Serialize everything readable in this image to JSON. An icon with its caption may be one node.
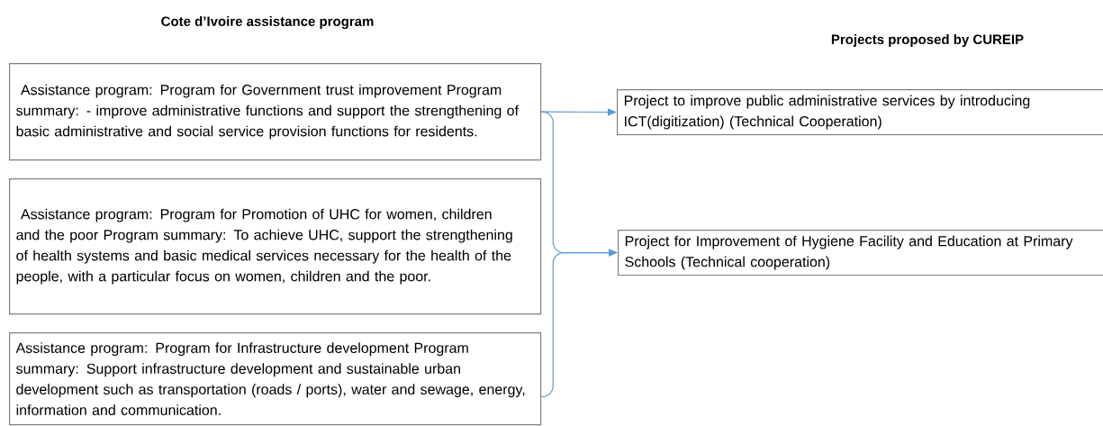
{
  "diagram": {
    "nodes": [
      {
        "text": [
          " Assistance program:  Program for Government trust improvement Program summary: -  improve administrative functions and support the strengthening of basic administrative and social service provision functions for residents."
        ]
      },
      {
        "text": [
          " Assistance program: Program for Promotion of UHC for women, children and the poor Program summary: To achieve UHC, support the strengthening of health systems and basic medical services necessary for the health of the people, with a particular focus on women, children and the poor."
        ]
      },
      {
        "text": [
          "Assistance program: Program for Infrastructure development Program summary:  Support infrastructure development and sustainable urban development such as transportation (roads / ports), water and sewage, energy, information and communication."
        ]
      },
      {
        "text": [
          "Project to improve public administrative services by introducing ICT(digitization) (Technical Cooperation)"
        ]
      },
      {
        "text": [
          "Project for Improvement of Hygiene Facility and Education at Primary Schools (Technical cooperation)"
        ]
      }
    ],
    "edges": [
      {
        "from": 0,
        "to": 3,
        "arrow": "to"
      },
      {
        "from": 0,
        "to": 4,
        "arrow": "to"
      },
      {
        "from": 2,
        "to": 4,
        "arrow": "to"
      }
    ],
    "labels": [
      "Cote d’Ivoire assistance program",
      "Projects proposed by CUREIP"
    ]
  }
}
